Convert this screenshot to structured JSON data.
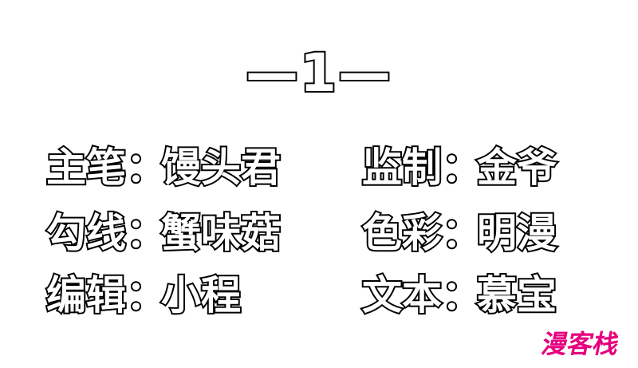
{
  "chapter_label": "—1—",
  "credits": [
    {
      "role": "主笔",
      "colon": "：",
      "name": "馒头君"
    },
    {
      "role": "监制",
      "colon": "：",
      "name": "金爷"
    },
    {
      "role": "勾线",
      "colon": "：",
      "name": "蟹味菇"
    },
    {
      "role": "色彩",
      "colon": "：",
      "name": "明漫"
    },
    {
      "role": "编辑",
      "colon": "：",
      "name": "小程"
    },
    {
      "role": "文本",
      "colon": "：",
      "name": "慕宝"
    }
  ],
  "watermark": {
    "text": "漫客栈",
    "color": "#e6007e"
  }
}
